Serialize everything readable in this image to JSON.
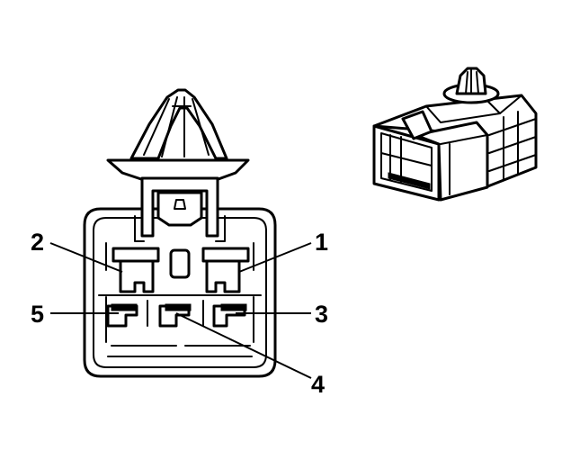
{
  "diagram": {
    "pin_labels": [
      {
        "id": "pin-1",
        "text": "1"
      },
      {
        "id": "pin-2",
        "text": "2"
      },
      {
        "id": "pin-3",
        "text": "3"
      },
      {
        "id": "pin-4",
        "text": "4"
      },
      {
        "id": "pin-5",
        "text": "5"
      }
    ],
    "colors": {
      "ink": "#000000",
      "background": "#ffffff"
    }
  }
}
